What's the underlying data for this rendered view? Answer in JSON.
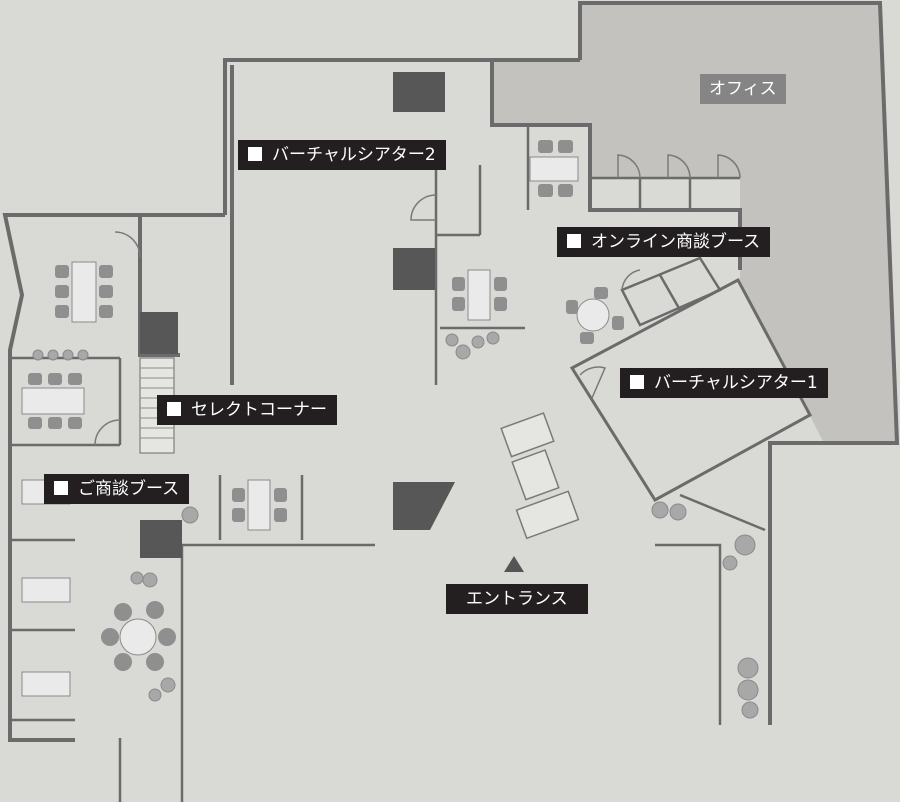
{
  "map": {
    "labels": {
      "office": "オフィス",
      "virtual_theater_2": "バーチャルシアター2",
      "online_booth": "オンライン商談ブース",
      "virtual_theater_1": "バーチャルシアター1",
      "select_corner": "セレクトコーナー",
      "meeting_booth": "ご商談ブース",
      "entrance": "エントランス"
    },
    "colors": {
      "floor": "#d9d9d5",
      "office": "#c3c2be",
      "wall": "#6b6b6b",
      "label_bg": "#231f20",
      "office_label_bg": "#858585"
    }
  }
}
